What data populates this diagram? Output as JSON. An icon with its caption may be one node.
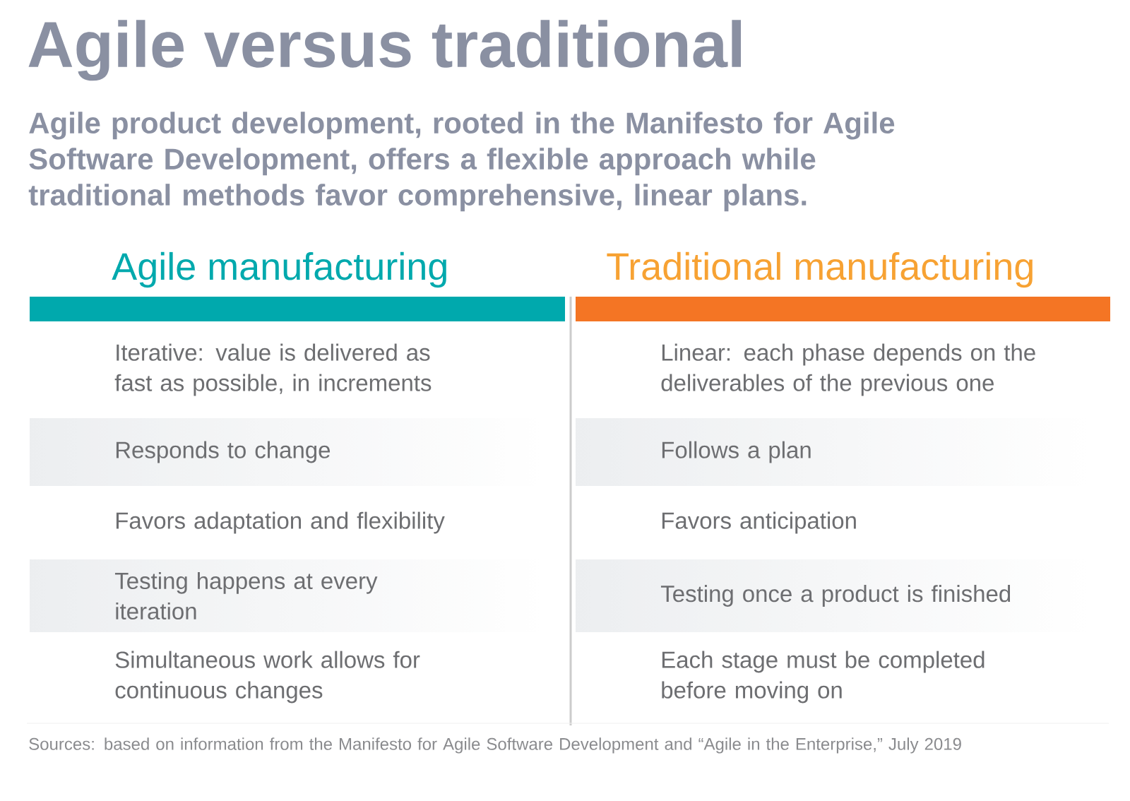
{
  "diagram": {
    "title": "Agile versus traditional",
    "labels": [
      "Agile product development, rooted in the Manifesto for Agile Software Development, offers a flexible approach while traditional methods favor comprehensive, linear plans.",
      "Agile manufacturing",
      "Traditional manufacturing",
      "Iterative: value is delivered as fast as possible, in increments",
      "Linear: each phase depends on the deliverables of the previous one",
      "Responds to change",
      "Follows a plan",
      "Favors adaptation and flexibility",
      "Favors anticipation",
      "Testing happens at every iteration",
      "Testing once a product is finished",
      "Simultaneous work allows for continuous changes",
      "Each stage must be completed before moving on",
      "Sources: based on information from the Manifesto for Agile Software Development and “Agile in the Enterprise,” July 2019"
    ]
  }
}
